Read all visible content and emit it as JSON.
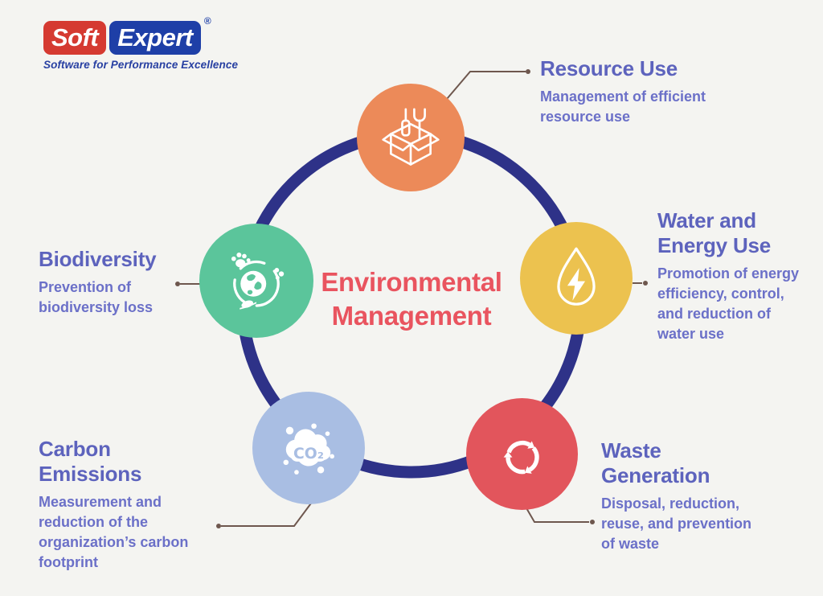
{
  "background_color": "#f4f4f1",
  "logo": {
    "part1": "Soft",
    "part1_bg": "#d53a31",
    "part2": "Expert",
    "part2_bg": "#1e3fa7",
    "registered_mark": "®",
    "registered_color": "#1e3fa7",
    "tagline": "Software for Performance Excellence",
    "tagline_color": "#2840a2"
  },
  "center": {
    "title": "Environmental\nManagement",
    "title_color": "#e9545f"
  },
  "ring": {
    "color": "#2e3288"
  },
  "connectors": {
    "color": "#6e574e"
  },
  "text_colors": {
    "heading": "#5d63bd",
    "body": "#6b70c8"
  },
  "nodes": [
    {
      "id": "resource-use",
      "icon": "open-box-tools-icon",
      "color": "#ec8a59",
      "title": "Resource Use",
      "description": "Management of efficient\nresource use"
    },
    {
      "id": "water-energy-use",
      "icon": "water-drop-bolt-icon",
      "color": "#ecc24f",
      "title": "Water and\nEnergy Use",
      "description": "Promotion of energy\nefficiency, control,\nand reduction of\nwater use"
    },
    {
      "id": "waste-generation",
      "icon": "recycle-arrows-icon",
      "color": "#e2555c",
      "title": "Waste\nGeneration",
      "description": "Disposal, reduction,\nreuse, and prevention\nof waste"
    },
    {
      "id": "carbon-emissions",
      "icon": "co2-cloud-icon",
      "color": "#a9bee3",
      "co2_text": "CO₂",
      "title": "Carbon\nEmissions",
      "description": "Measurement and\nreduction of the\norganization’s carbon\nfootprint"
    },
    {
      "id": "biodiversity",
      "icon": "biodiversity-globe-icon",
      "color": "#5bc59b",
      "title": "Biodiversity",
      "description": "Prevention of\nbiodiversity loss"
    }
  ]
}
